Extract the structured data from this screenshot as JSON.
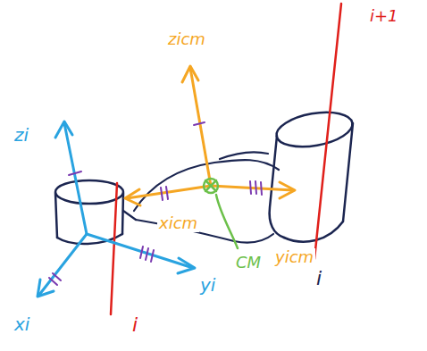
{
  "diagram": {
    "labels": [
      "zi",
      "xi",
      "yi",
      "i",
      "zicm",
      "xicm",
      "yicm",
      "CM",
      "i",
      "i+1"
    ]
  }
}
